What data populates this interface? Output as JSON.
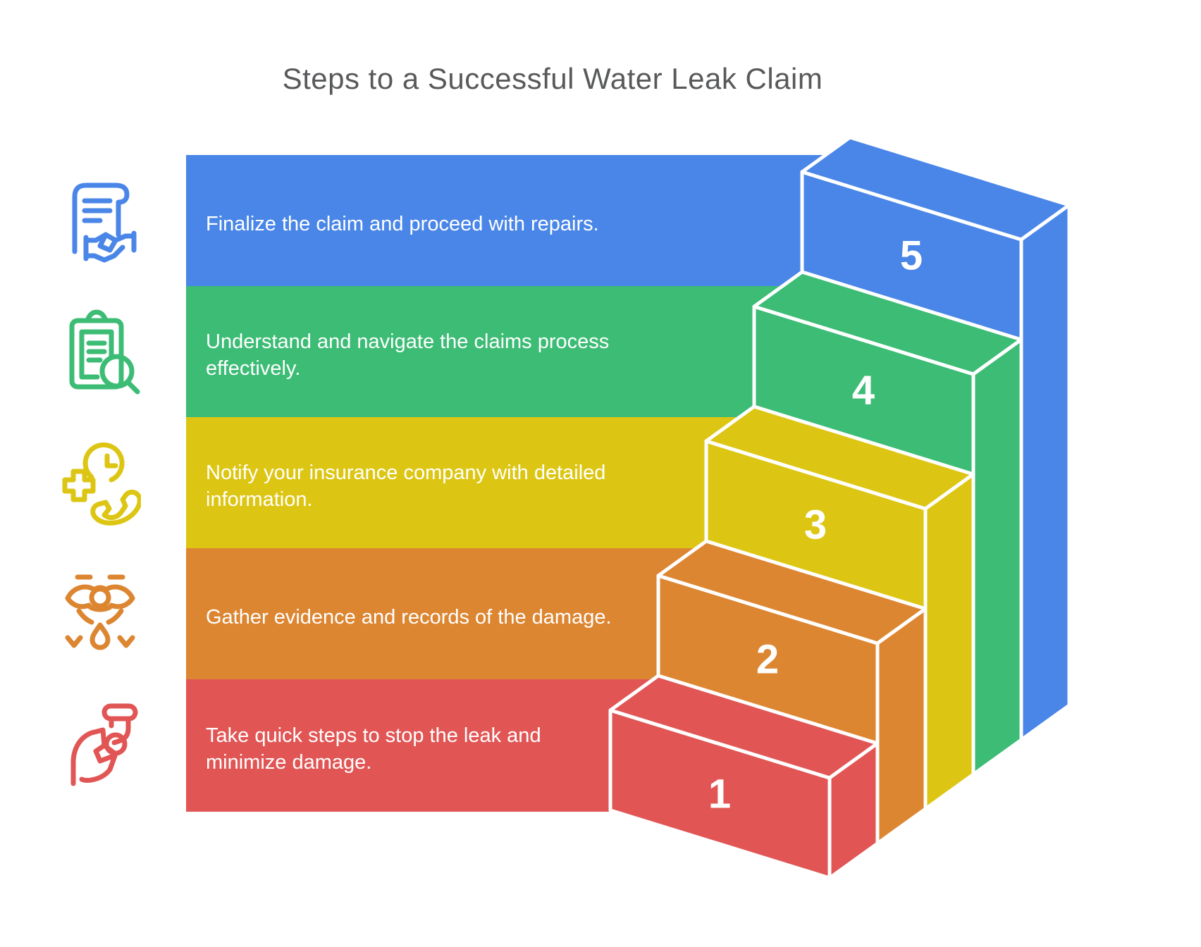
{
  "title": "Steps to a Successful Water Leak Claim",
  "title_color": "#58595b",
  "background_color": "#ffffff",
  "number_color": "#ffffff",
  "bands": [
    {
      "step_number": "5",
      "color": "#4a86e8",
      "icon": "contract-handshake-icon",
      "label": "Finalize the claim and proceed with repairs."
    },
    {
      "step_number": "4",
      "color": "#3cbc75",
      "icon": "clipboard-search-icon",
      "label": "Understand and navigate the claims process\neffectively."
    },
    {
      "step_number": "3",
      "color": "#ddc613",
      "icon": "emergency-call-icon",
      "label": "Notify your insurance company with detailed\ninformation."
    },
    {
      "step_number": "2",
      "color": "#dd8632",
      "icon": "drone-inspection-icon",
      "label": "Gather evidence and records of the damage."
    },
    {
      "step_number": "1",
      "color": "#e15655",
      "icon": "water-shutoff-icon",
      "label": "Take quick steps to stop the leak and\nminimize damage."
    }
  ]
}
